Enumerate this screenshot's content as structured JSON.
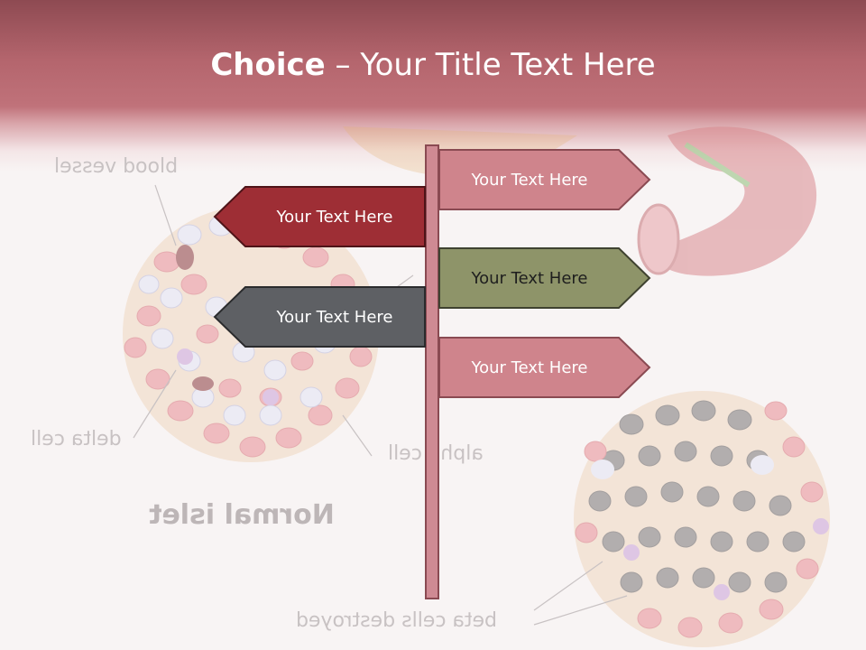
{
  "slide": {
    "title_bold": "Choice",
    "title_rest": " – Your Title Text Here"
  },
  "background_labels": {
    "blood_vessel": "blood vessel",
    "delta_cell": "delta cell",
    "alpha_cell": "alpha cell",
    "normal_islet": "Normal islet",
    "beta_cells_destroyed": "beta cells destroyed"
  },
  "signs": [
    {
      "text": "Your Text Here",
      "direction": "right",
      "color": "#cf848c"
    },
    {
      "text": "Your Text Here",
      "direction": "left",
      "color": "#9e2e35"
    },
    {
      "text": "Your Text Here",
      "direction": "right",
      "color": "#8e9469"
    },
    {
      "text": "Your Text Here",
      "direction": "left",
      "color": "#5e6064"
    },
    {
      "text": "Your Text Here",
      "direction": "right",
      "color": "#cf848c"
    }
  ],
  "colors": {
    "header_dark": "#8e4a52",
    "header_mid": "#c0727a",
    "pole": "#cf8a93"
  }
}
